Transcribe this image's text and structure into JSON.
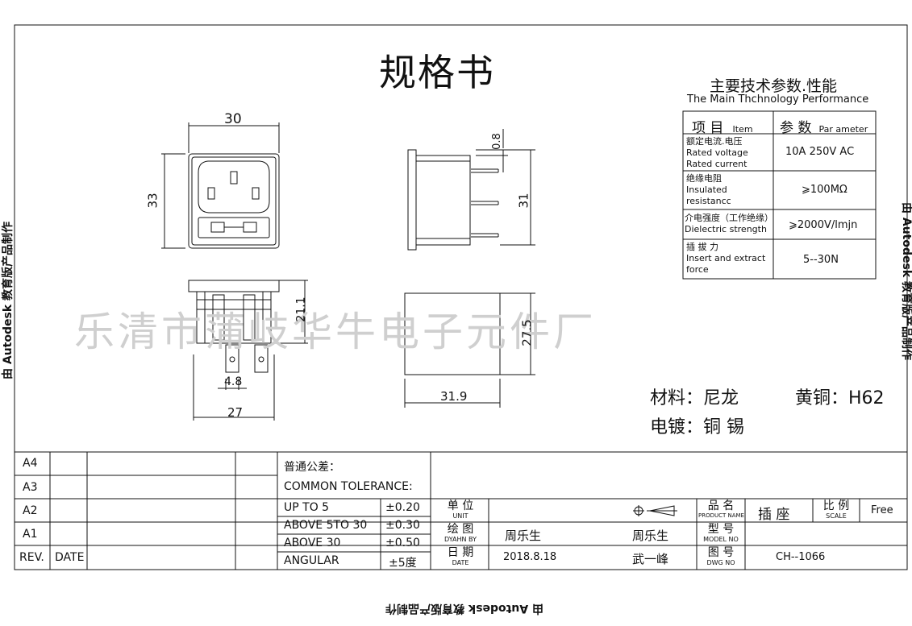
{
  "sheet": {
    "title": "规格书",
    "watermark": "乐清市蒲岐华牛电子元件厂",
    "side_note_left": "由 Autodesk 教育版产品制作",
    "side_note_right": "由 Autodesk 教育版产品制作",
    "side_note_bottom": "由 Autodesk 教育版产品制作"
  },
  "params": {
    "title_cn": "主要技术参数.性能",
    "title_en": "The Main Thchnology  Performance",
    "header_item_cn": "项 目",
    "header_item_en": "Item",
    "header_param_cn": "参 数",
    "header_param_en": "Par ameter",
    "rows": [
      {
        "label_cn": "额定电流.电压",
        "label_en1": "Rated  voltage",
        "label_en2": "Rated  current",
        "value": "10A  250V  AC"
      },
      {
        "label_cn": "绝缘电阻",
        "label_en1": "Insulated",
        "label_en2": "resistancc",
        "value": "⩾100MΩ"
      },
      {
        "label_cn": "介电强度（工作绝缘）",
        "label_en1": "Dielectric  strength",
        "label_en2": "",
        "value": "⩾2000V/lmjn"
      },
      {
        "label_cn": "插 拔 力",
        "label_en1": "Insert  and   extract",
        "label_en2": "force",
        "value": "5--30N"
      }
    ]
  },
  "dimensions": {
    "front_width": "30",
    "front_height": "33",
    "side_thickness": "0.8",
    "side_height": "31",
    "bottom_height": "21.1",
    "bottom_pin": "4.8",
    "bottom_width": "27",
    "rear_height": "27.5",
    "rear_width": "31.9"
  },
  "material": {
    "line1_a": "材料：尼龙",
    "line1_b": "黄铜：H62",
    "line2": "电镀：铜  锡"
  },
  "title_block": {
    "revisions": [
      "A4",
      "A3",
      "A2",
      "A1"
    ],
    "rev_label": "REV.",
    "date_label": "DATE",
    "tol_title_cn": "普通公差：",
    "tol_title_en": "COMMON TOLERANCE:",
    "tolerances": [
      {
        "range": "UP TO 5",
        "value": "±0.20"
      },
      {
        "range": "ABOVE 5TO 30",
        "value": "±0.30"
      },
      {
        "range": "ABOVE 30",
        "value": "±0.50"
      },
      {
        "range": "ANGULAR",
        "value": "±5度"
      }
    ],
    "unit_cn": "单  位",
    "unit_en": "UNIT",
    "drawn_cn": "绘  图",
    "drawn_en": "DYAHN  BY",
    "date_cn": "日  期",
    "date_en": "DATE",
    "drawn_name": "周乐生",
    "checker_name": "周乐生",
    "date_value": "2018.8.18",
    "approver_name": "武一峰",
    "product_cn": "品  名",
    "product_en": "PRODUCT NAME",
    "product_value": "插  座",
    "scale_cn": "比  例",
    "scale_en": "SCALE",
    "scale_value": "Free",
    "model_cn": "型  号",
    "model_en": "MODEL NO",
    "dwg_cn": "图  号",
    "dwg_en": "DWG  NO",
    "dwg_value": "CH--1066"
  }
}
